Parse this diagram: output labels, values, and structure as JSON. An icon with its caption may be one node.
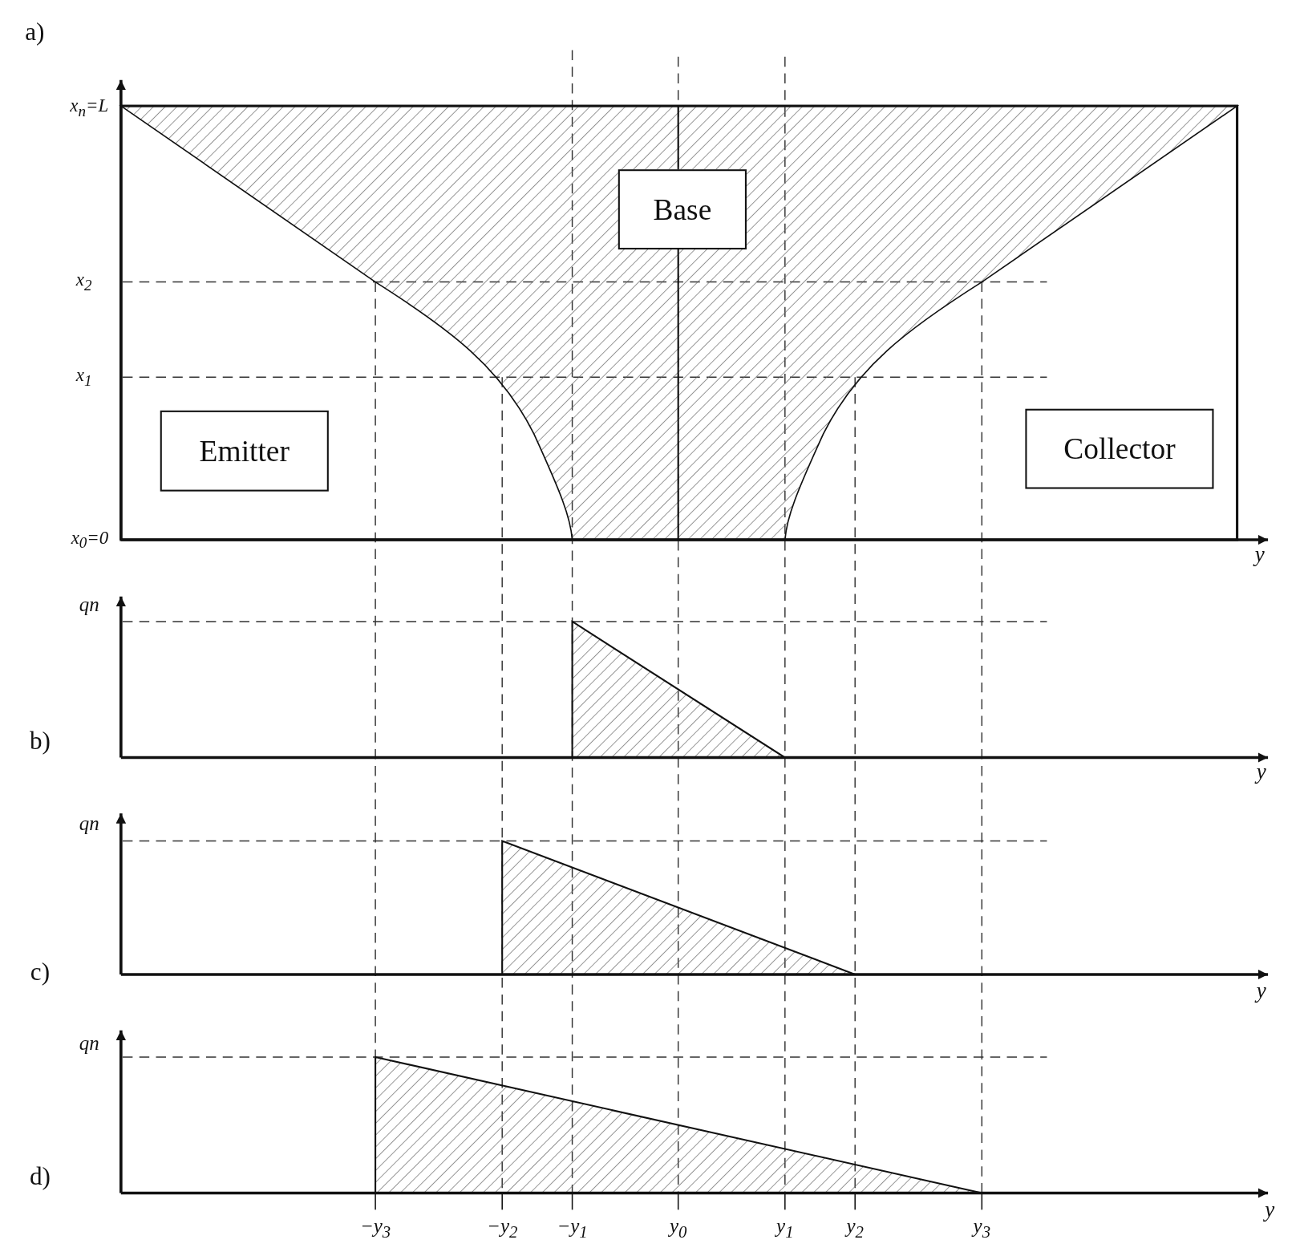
{
  "diagram": {
    "nodes": [
      {
        "text": [
          "Base"
        ]
      },
      {
        "text": [
          "Emitter"
        ]
      },
      {
        "text": [
          "Collector"
        ]
      }
    ],
    "labels": [
      "a)",
      "x$_{n}$=L",
      "x$_{2}$",
      "x$_{1}$",
      "x$_{0}$=0",
      "y",
      "qn",
      "b)",
      "y",
      "qn",
      "c)",
      "y",
      "qn",
      "d)",
      "−y$_{3}$",
      "−y$_{2}$",
      "−y$_{1}$",
      "y$_{0}$",
      "y$_{1}$",
      "y$_{2}$",
      "y$_{3}$",
      "y"
    ]
  }
}
